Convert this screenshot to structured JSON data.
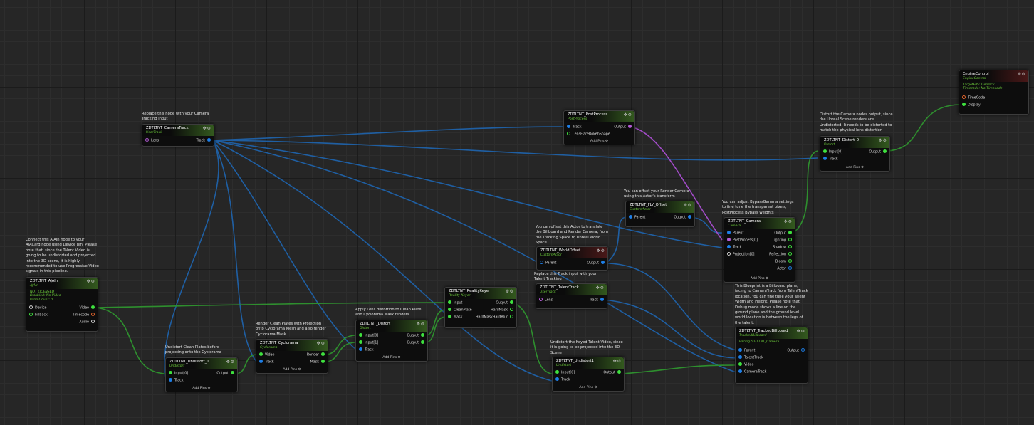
{
  "colors": {
    "green_pin": "#3ee03e",
    "blue_pin": "#1d7ee6",
    "purple_pin": "#b45cd6",
    "orange_pin": "#e0642c",
    "wire_blue": "#1f5fa3",
    "wire_green": "#2e8f2e",
    "wire_purple": "#a24cc8",
    "subtitle": "#6fcf3c"
  },
  "icons": {
    "gear": "gear-icon",
    "move": "move-icon"
  },
  "comments": {
    "camera_track": "Replace this node with your Camera\nTracking input",
    "aja": "Connect this AJAIn node to your\nAJACard node using Device pin. Please\nnote that, since the Talent Video is\ngoing to be undistorted and projected\ninto the 3D scene, it is highly\nrecommended to use Progressive Video\nsignals in this pipeline.",
    "undistort0": "Undistort Clean Plates before\nprojecting onto the Cyclorama",
    "cyclorama": "Render Clean Plates with Projection\nonto Cyclorama Mesh and also render\nCyclorama Mask",
    "distort_mid": "Apply Lens distortion to Clean Plate\nand Cyclorama Mask renders",
    "world_offset": "You can offset this Actor to translate\nthe Billboard and Render Camera, from\nthe Tracking Space to Unreal World\nSpace",
    "fly_offset": "You can offset your Render Camera\nusing this Actor's transform",
    "camera": "You can adjust BypassGamma settings\nto fine tune the transparent pixels,\nPostProcess Bypass weights",
    "talent_track": "Replace this Track input with your\nTalent Tracking",
    "undistort1": "Undistort the Keyed Talent Video, since\nit is going to be projected into the 3D\nScene",
    "billboard": "This Blueprint is a Billboard plane,\nfacing to CameraTrack from TalentTrack\nlocation. You can fine tune your Talent\nWidth and Height. Please note that:\nDebug mode shows a line on the\nground plane and the ground level\nworld location is between the legs of\nthe talent.",
    "distort0": "Distort the Camera nodes output, since\nthe Unreal Scene renders are\nUndistorted. It needs to be distorted to\nmatch the physical lens distortion"
  },
  "nodes": {
    "camera_track": {
      "title": "ZDTLTNT_CameraTrack",
      "subtitle": "UserTrack",
      "in": [
        "Lens"
      ],
      "out": [
        "Track"
      ]
    },
    "post_process": {
      "title": "ZDTLTNT_PostProcess",
      "subtitle": "PostProcess",
      "in": [
        "Track",
        "LensFlareBokehShape"
      ],
      "out": [
        "Output"
      ],
      "add_pins": "Add Pins"
    },
    "engine_control": {
      "title": "EngineControl",
      "subtitle": "EngineControl",
      "status": [
        "TargetFPS: Genlock",
        "Timecode: No Timecode"
      ],
      "in": [
        "TimeCode",
        "Display"
      ]
    },
    "distort0": {
      "title": "ZDTLTNT_Distort_0",
      "subtitle": "Distort",
      "in": [
        "Input[0]",
        "Track"
      ],
      "out": [
        "Output"
      ],
      "add_pins": "Add Pins"
    },
    "fly_offset": {
      "title": "ZDTLTNT_FLY_Offset",
      "subtitle": "CustomActor",
      "in": [
        "Parent"
      ],
      "out": [
        "Output"
      ]
    },
    "camera": {
      "title": "ZDTLTNT_Camera",
      "subtitle": "Camera",
      "in": [
        "Parent",
        "PostProcess[0]",
        "Track",
        "Projection[0]"
      ],
      "out": [
        "Output",
        "Lighting",
        "Shadow",
        "Reflection",
        "Bloom",
        "Actor"
      ],
      "add_pins": "Add Pins"
    },
    "world_offset": {
      "title": "ZDTLTNT_WorldOffset",
      "subtitle": "CustomActor",
      "in": [
        "Parent"
      ],
      "out": [
        "Output"
      ]
    },
    "aja": {
      "title": "ZDTLTNT_AJAIn",
      "subtitle": "AJAIn",
      "status": [
        "NOT LICENSED",
        "Disabled: No Video",
        "Drop Count: 0"
      ],
      "in": [
        "Device",
        "Fillback"
      ],
      "out": [
        "Video",
        "Timecode",
        "Audio"
      ]
    },
    "reality_keyer": {
      "title": "ZDTLTNT_RealityKeyer",
      "subtitle": "Reality Keyer",
      "in": [
        "Input",
        "CleanPlate",
        "Mask"
      ],
      "out": [
        "Output",
        "HardMask",
        "HardMaskHardBlur"
      ]
    },
    "talent_track": {
      "title": "ZDTLTNT_TalentTrack",
      "subtitle": "UserTrack",
      "in": [
        "Lens"
      ],
      "out": [
        "Track"
      ]
    },
    "distort_mid": {
      "title": "ZDTLTNT_Distort",
      "subtitle": "Distort",
      "in": [
        "Input[0]",
        "Input[1]",
        "Track"
      ],
      "out": [
        "Output",
        "Output"
      ],
      "add_pins": "Add Pins"
    },
    "cyclorama": {
      "title": "ZDTLTNT_Cyclorama",
      "subtitle": "Cyclorama",
      "in": [
        "Video",
        "Track"
      ],
      "out": [
        "Render",
        "Mask"
      ],
      "add_pins": "Add Pins"
    },
    "undistort0": {
      "title": "ZDTLTNT_Undistort_0",
      "subtitle": "Undistort",
      "in": [
        "Input[0]",
        "Track"
      ],
      "out": [
        "Output"
      ],
      "add_pins": "Add Pins"
    },
    "undistort1": {
      "title": "ZDTLTNT_Undistort1",
      "subtitle": "Undistort",
      "in": [
        "Input[0]",
        "Track"
      ],
      "out": [
        "Output"
      ],
      "add_pins": "Add Pins"
    },
    "billboard": {
      "title": "ZDTLTNT_TrackedBillboard",
      "subtitle": "TrackedBillboard",
      "status": [
        "FacingZDTLTNT_Camera"
      ],
      "in": [
        "Parent",
        "TalentTrack",
        "Video",
        "CameraTrack"
      ],
      "out": [
        "Output"
      ]
    }
  }
}
